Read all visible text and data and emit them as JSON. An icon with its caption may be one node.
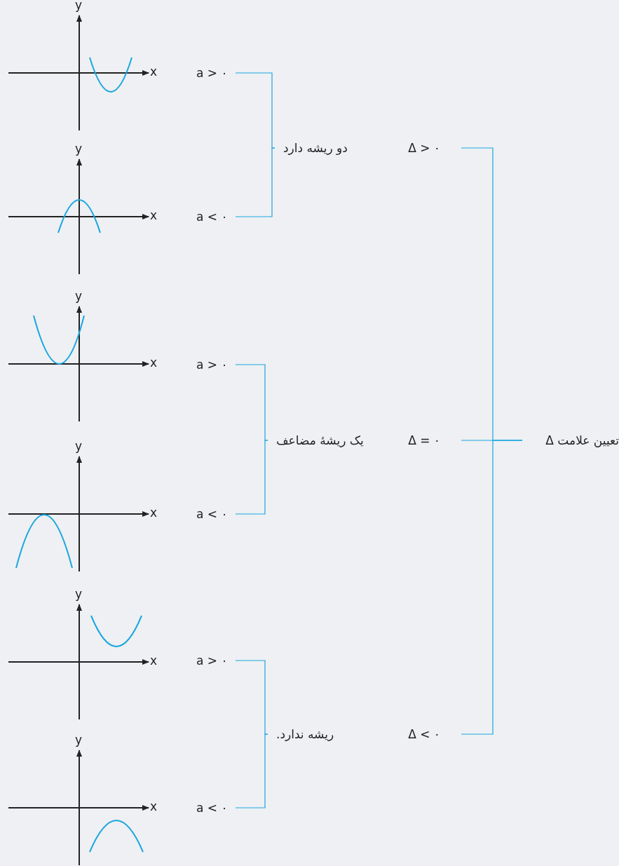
{
  "diagram": {
    "nodes": [
      {
        "text": [
          "تعیین علامت Δ"
        ]
      },
      {
        "text": [
          "Δ > ۰"
        ],
        "beside": [
          "دو ریشه دارد"
        ]
      },
      {
        "text": [
          "Δ = ۰"
        ],
        "beside": [
          "یک ریشهٔ مضاعف"
        ]
      },
      {
        "text": [
          "Δ < ۰"
        ],
        "beside": [
          "ریشه ندارد."
        ]
      },
      {
        "text": [
          "a > ۰"
        ]
      },
      {
        "text": [
          "a < ۰"
        ]
      },
      {
        "text": [
          "a > ۰"
        ]
      },
      {
        "text": [
          "a < ۰"
        ]
      },
      {
        "text": [
          "a > ۰"
        ]
      },
      {
        "text": [
          "a < ۰"
        ]
      }
    ],
    "edges": [
      {
        "from": 0,
        "to": 1,
        "arrow": "none"
      },
      {
        "from": 0,
        "to": 2,
        "arrow": "none"
      },
      {
        "from": 0,
        "to": 3,
        "arrow": "none"
      },
      {
        "from": 1,
        "to": 4,
        "arrow": "none"
      },
      {
        "from": 1,
        "to": 5,
        "arrow": "none"
      },
      {
        "from": 2,
        "to": 6,
        "arrow": "none"
      },
      {
        "from": 2,
        "to": 7,
        "arrow": "none"
      },
      {
        "from": 3,
        "to": 8,
        "arrow": "none"
      },
      {
        "from": 3,
        "to": 9,
        "arrow": "none"
      }
    ],
    "labels": [
      "y",
      "x",
      "y",
      "x",
      "y",
      "x",
      "y",
      "x",
      "y",
      "x",
      "y",
      "x"
    ]
  }
}
